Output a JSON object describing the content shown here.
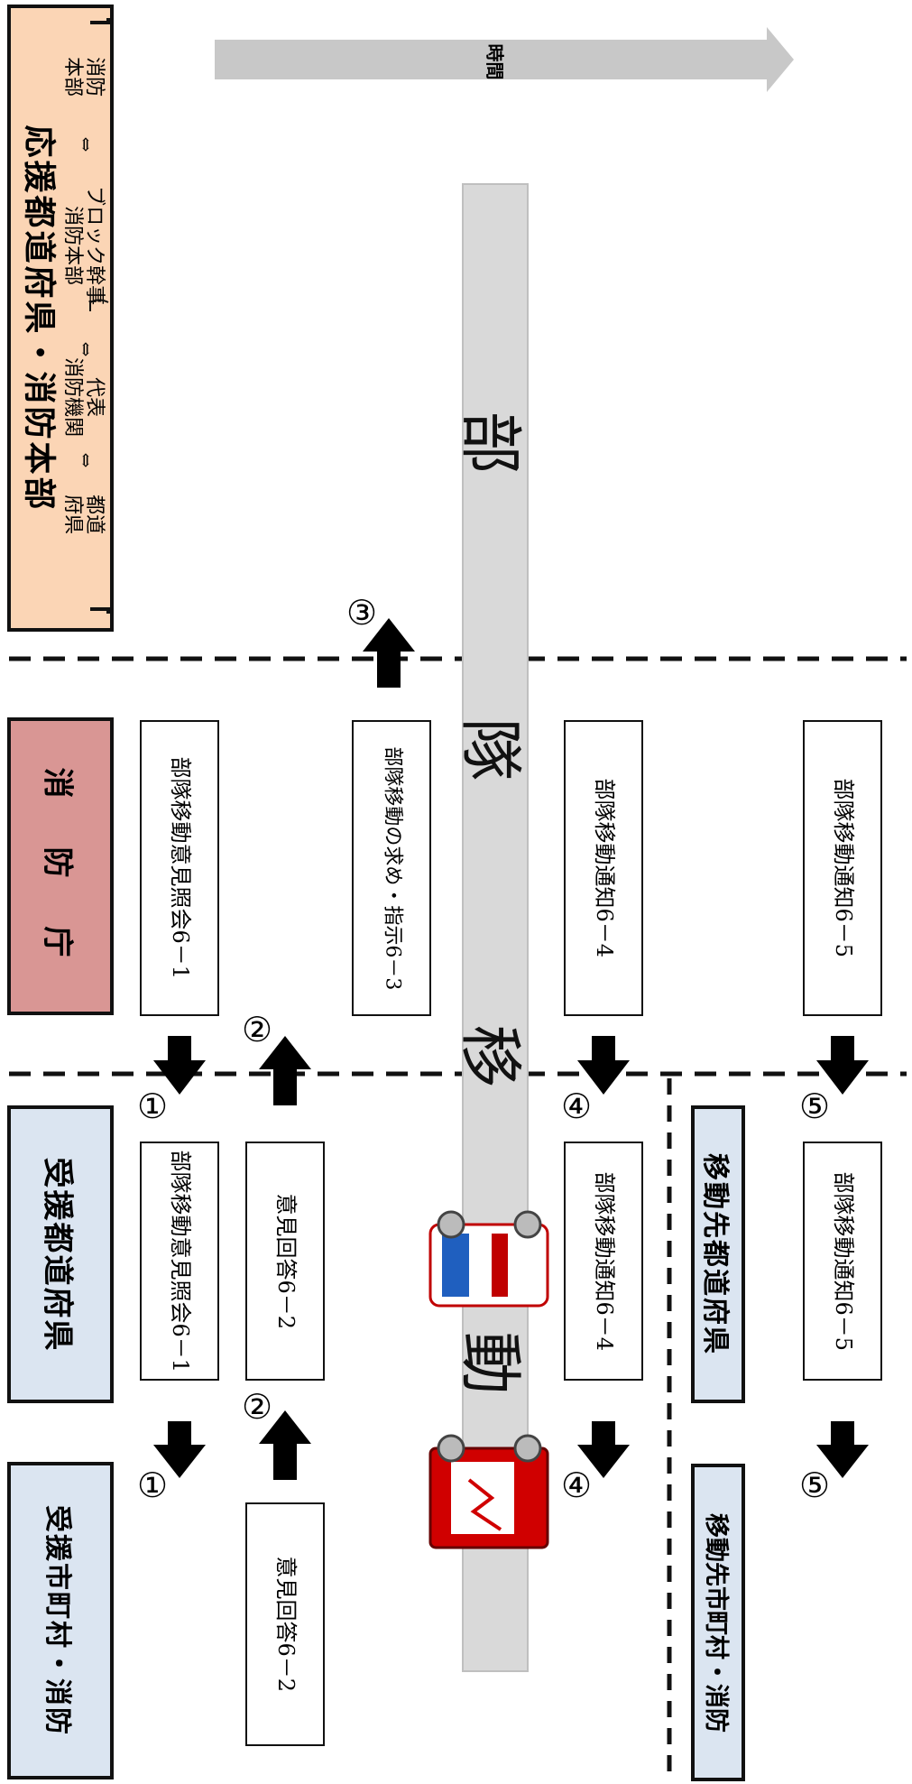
{
  "time_label": "時間",
  "headers": {
    "support_pref": "応援都道府県・消防本部",
    "support_pref_sub1a": "都道",
    "support_pref_sub1b": "府県",
    "support_arrow1": "⇔",
    "support_rep": "代表",
    "support_agency": "消防機関",
    "support_arrow2": "⇔",
    "support_block": "ブロック幹事",
    "support_hq": "消防本部",
    "support_arrow3": "⇔",
    "support_hq2a": "消防",
    "support_hq2b": "本部",
    "fdma": "消　防　庁",
    "recv_pref": "受援都道府県",
    "recv_muni": "受援市町村・消防",
    "dest_pref": "移動先都道府県",
    "dest_muni": "移動先市町村・消防"
  },
  "band_text": "部　隊　移　動",
  "boxes": {
    "fdma_1": {
      "title": "部隊移動意見照会",
      "code": "6－1"
    },
    "fdma_3": {
      "title": "部隊移動の求め・指示",
      "code": "6－3"
    },
    "fdma_4": {
      "title": "部隊移動通知",
      "code": "6－4"
    },
    "fdma_5": {
      "title": "部隊移動通知",
      "code": "6－5"
    },
    "pref_1": {
      "title": "部隊移動意見照会",
      "code": "6－1"
    },
    "pref_2": {
      "title": "意見回答",
      "code": "6－2"
    },
    "pref_4": {
      "title": "部隊移動通知",
      "code": "6－4"
    },
    "dest_5": {
      "title": "部隊移動通知",
      "code": "6－5"
    },
    "muni_2": {
      "title": "意見回答",
      "code": "6－2"
    }
  },
  "steps": {
    "s1": "①",
    "s2": "②",
    "s3": "③",
    "s4": "④",
    "s5": "⑤"
  },
  "colors": {
    "blue_header": "#dbe5f1",
    "red_header": "#d99694",
    "orange_header": "#fbd5b5",
    "band": "#d9d9d9",
    "time_arrow": "#c8c8c8"
  }
}
